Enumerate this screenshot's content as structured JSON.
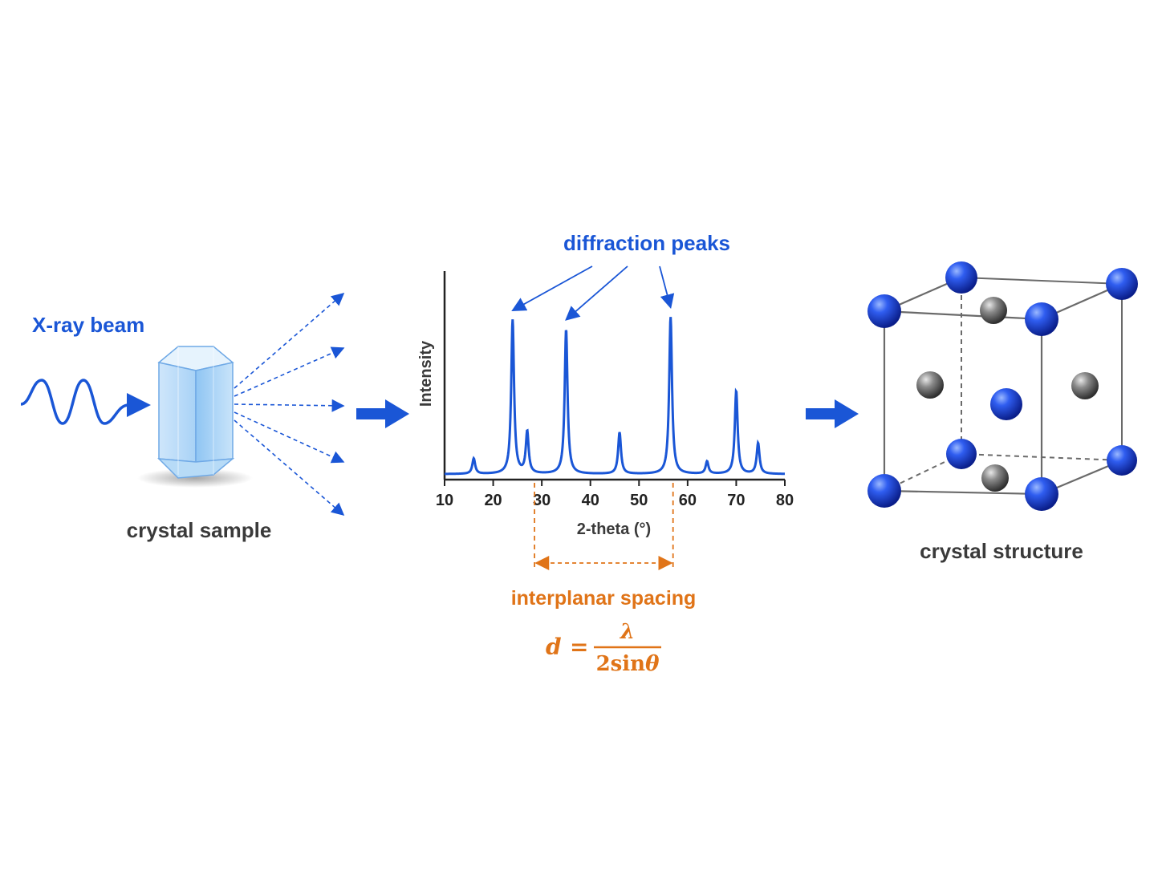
{
  "labels": {
    "xray_beam": "X-ray beam",
    "crystal_sample": "crystal sample",
    "diffraction_peaks": "diffraction peaks",
    "crystal_structure": "crystal structure",
    "interplanar_spacing": "interplanar spacing"
  },
  "formula": {
    "lhs": "d",
    "equals": "=",
    "numerator": "λ",
    "denominator_num": "2",
    "denominator_fn": "sin",
    "denominator_var": "θ"
  },
  "colors": {
    "blue": "#1a56d6",
    "orange": "#e07418",
    "gray_text": "#3a3a3a",
    "atom_blue": "#1d3fd0",
    "atom_gray": "#6e6e6e"
  },
  "chart_data": {
    "type": "line",
    "xlabel": "2-theta (°)",
    "ylabel": "Intensity",
    "xlim": [
      10,
      80
    ],
    "ylim": [
      0,
      100
    ],
    "x_ticks": [
      "10",
      "20",
      "30",
      "40",
      "50",
      "60",
      "70",
      "80"
    ],
    "baseline": 1.5,
    "peaks": [
      {
        "x": 16,
        "height": 10
      },
      {
        "x": 24,
        "height": 100
      },
      {
        "x": 27,
        "height": 27
      },
      {
        "x": 35,
        "height": 94
      },
      {
        "x": 46,
        "height": 27
      },
      {
        "x": 56.5,
        "height": 102
      },
      {
        "x": 64,
        "height": 8
      },
      {
        "x": 70,
        "height": 54
      },
      {
        "x": 74.5,
        "height": 20
      }
    ],
    "annotated_peaks": [
      24,
      35,
      56.5
    ],
    "spacing_range": [
      28.5,
      57
    ]
  }
}
